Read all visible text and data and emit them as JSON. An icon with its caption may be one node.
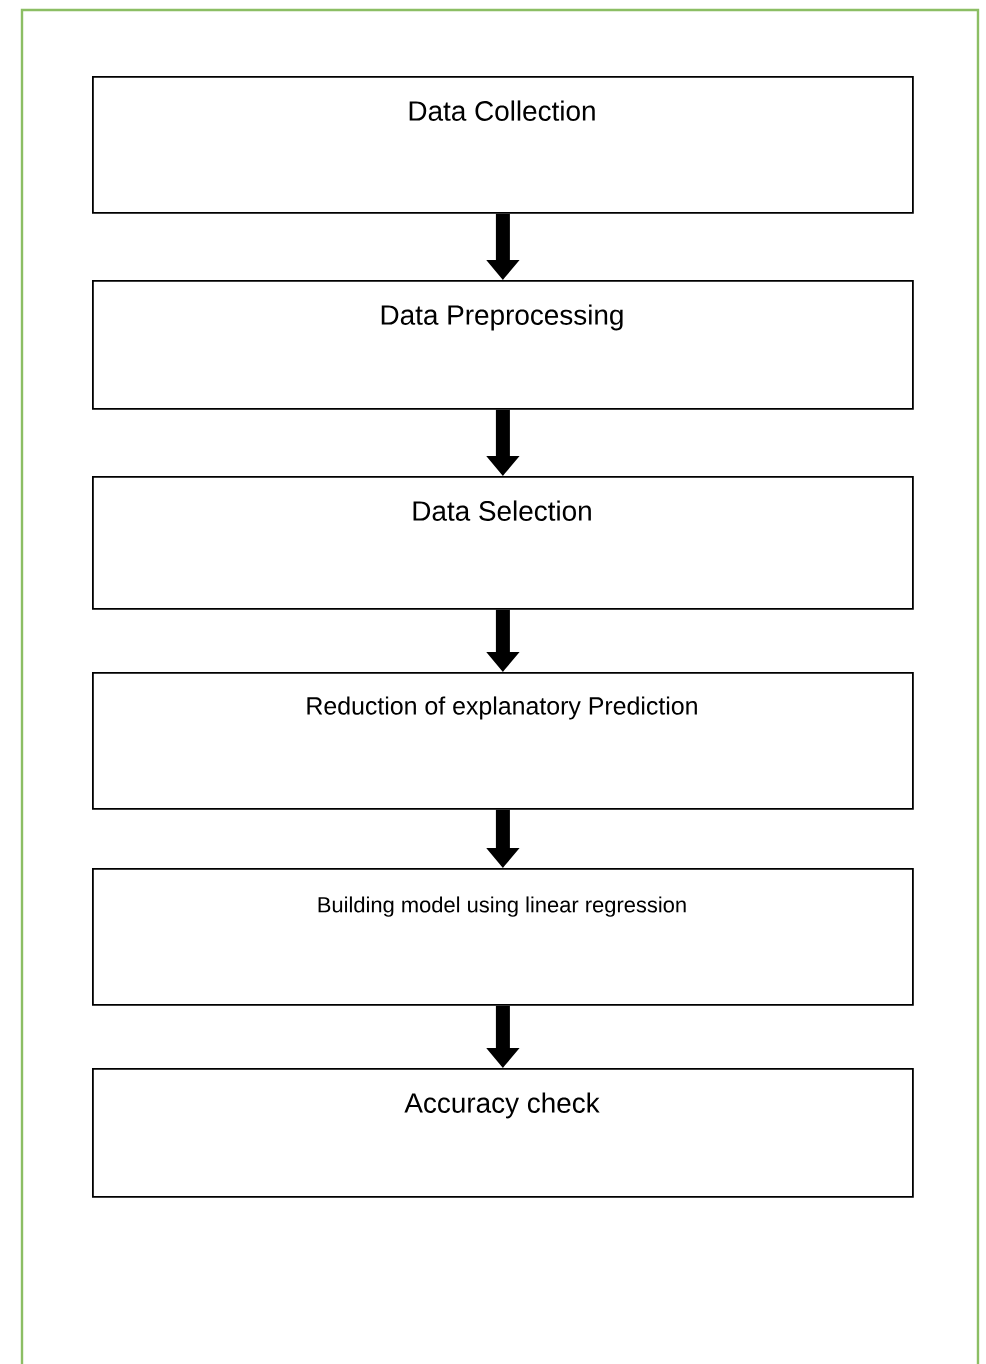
{
  "diagram": {
    "nodes": [
      {
        "text": [
          "Data Collection"
        ]
      },
      {
        "text": [
          "Data Preprocessing"
        ]
      },
      {
        "text": [
          "Data Selection"
        ]
      },
      {
        "text": [
          "Reduction of explanatory Prediction"
        ]
      },
      {
        "text": [
          "Building model using linear regression"
        ]
      },
      {
        "text": [
          "Accuracy check"
        ]
      }
    ],
    "edges": [
      {
        "from": 0,
        "to": 1,
        "arrow": "to"
      },
      {
        "from": 1,
        "to": 2,
        "arrow": "to"
      },
      {
        "from": 2,
        "to": 3,
        "arrow": "to"
      },
      {
        "from": 3,
        "to": 4,
        "arrow": "to"
      },
      {
        "from": 4,
        "to": 5,
        "arrow": "to"
      }
    ]
  }
}
